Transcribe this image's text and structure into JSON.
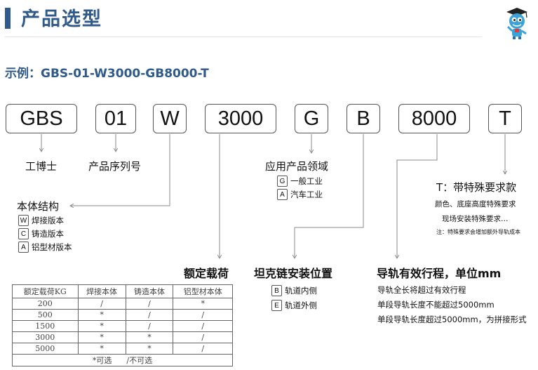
{
  "header": {
    "title": "产品选型"
  },
  "example": "示例：GBS-01-W3000-GB8000-T",
  "codes": [
    "GBS",
    "01",
    "W",
    "3000",
    "G",
    "B",
    "8000",
    "T"
  ],
  "labels": {
    "gbs": "工博士",
    "serial": "产品序列号",
    "body_structure": "本体结构",
    "rated_load": "额定载荷",
    "application": "应用产品领域",
    "tank_chain": "坦克链安装位置",
    "rail_stroke": "导轨有效行程，单位mm",
    "special": "T：带特殊要求款"
  },
  "body_options": [
    {
      "key": "W",
      "text": "焊接版本"
    },
    {
      "key": "C",
      "text": "铸造版本"
    },
    {
      "key": "A",
      "text": "铝型材版本"
    }
  ],
  "application_options": [
    {
      "key": "G",
      "text": "一般工业"
    },
    {
      "key": "A",
      "text": "汽车工业"
    }
  ],
  "chain_options": [
    {
      "key": "B",
      "text": "轨道内侧"
    },
    {
      "key": "E",
      "text": "轨道外侧"
    }
  ],
  "special_lines": [
    "颜色、底座高度特殊要求",
    "现场安装特殊要求…",
    "注：特殊要求会增加额外导轨成本"
  ],
  "rail_lines": [
    "导轨全长将超过有效行程",
    "单段导轨长度不能超过5000mm",
    "单段导轨长度超过5000mm，为拼接形式"
  ],
  "table": {
    "headers": [
      "额定载荷KG",
      "焊接本体",
      "铸造本体",
      "铝型材本体"
    ],
    "rows": [
      [
        "200",
        "/",
        "/",
        "*"
      ],
      [
        "500",
        "*",
        "/",
        "/"
      ],
      [
        "1500",
        "*",
        "/",
        "/"
      ],
      [
        "3000",
        "*",
        "*",
        "/"
      ],
      [
        "5000",
        "*",
        "*",
        "/"
      ]
    ],
    "legend": [
      "*可选",
      "/不可选"
    ]
  },
  "colors": {
    "accent": "#2f5a8a",
    "line": "#888888"
  }
}
